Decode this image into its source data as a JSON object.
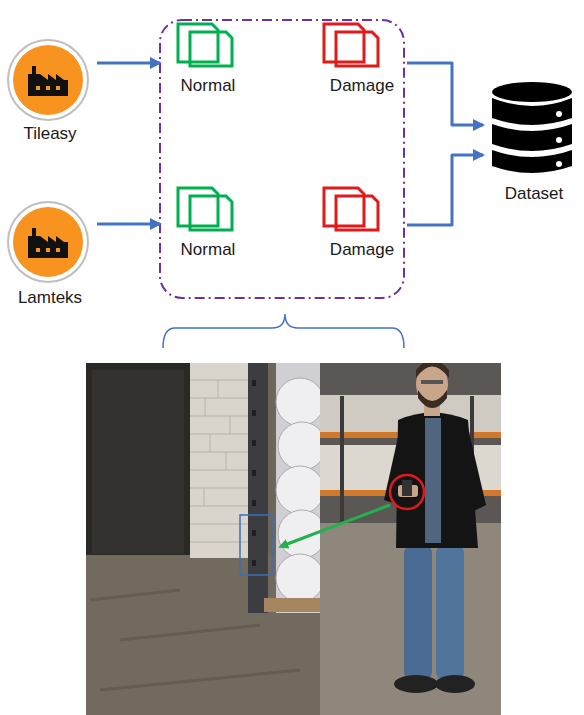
{
  "diagram": {
    "nodes": [
      {
        "text": [
          "Tileasy"
        ]
      },
      {
        "text": [
          "Normal"
        ]
      },
      {
        "text": [
          "Damage"
        ]
      },
      {
        "text": [
          "Dataset"
        ]
      },
      {
        "text": [
          "Lamteks"
        ]
      },
      {
        "text": [
          "Normal"
        ]
      },
      {
        "text": [
          "Damage"
        ]
      }
    ],
    "edges": [
      {
        "from": 0,
        "to": 1,
        "arrow": "to"
      },
      {
        "from": 2,
        "to": 3,
        "arrow": "to"
      },
      {
        "from": 4,
        "to": 5,
        "arrow": "to"
      },
      {
        "from": 6,
        "to": 3,
        "arrow": "to"
      }
    ]
  }
}
